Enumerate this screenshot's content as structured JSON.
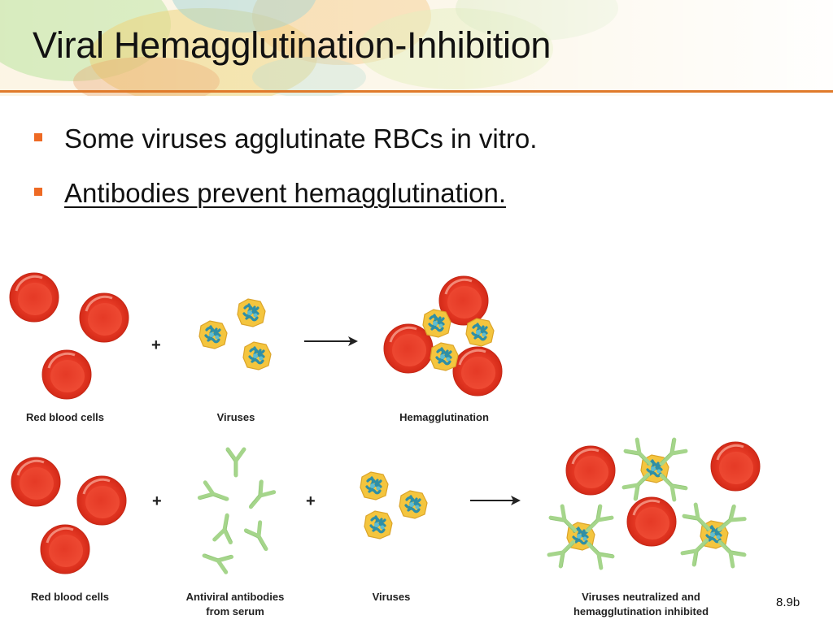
{
  "slide": {
    "title": "Viral Hemagglutination-Inhibition",
    "bullets": [
      "Some viruses agglutinate RBCs in vitro.",
      "Antibodies prevent hemagglutination."
    ],
    "figure_ref": "8.9b"
  },
  "figure": {
    "row1": {
      "label_rbc": "Red blood cells",
      "label_viruses": "Viruses",
      "label_result": "Hemagglutination",
      "plus": "+"
    },
    "row2": {
      "label_rbc": "Red blood cells",
      "label_antibodies_1": "Antiviral antibodies",
      "label_antibodies_2": "from serum",
      "label_viruses": "Viruses",
      "label_result_1": "Viruses neutralized and",
      "label_result_2": "hemagglutination inhibited",
      "plus": "+"
    }
  },
  "colors": {
    "accent": "#e07a2a",
    "bullet": "#ee6a24",
    "rbc": "#e8331f",
    "virus_shell": "#f2c43b",
    "virus_core": "#3a9fb3",
    "antibody": "#a4d38a"
  }
}
